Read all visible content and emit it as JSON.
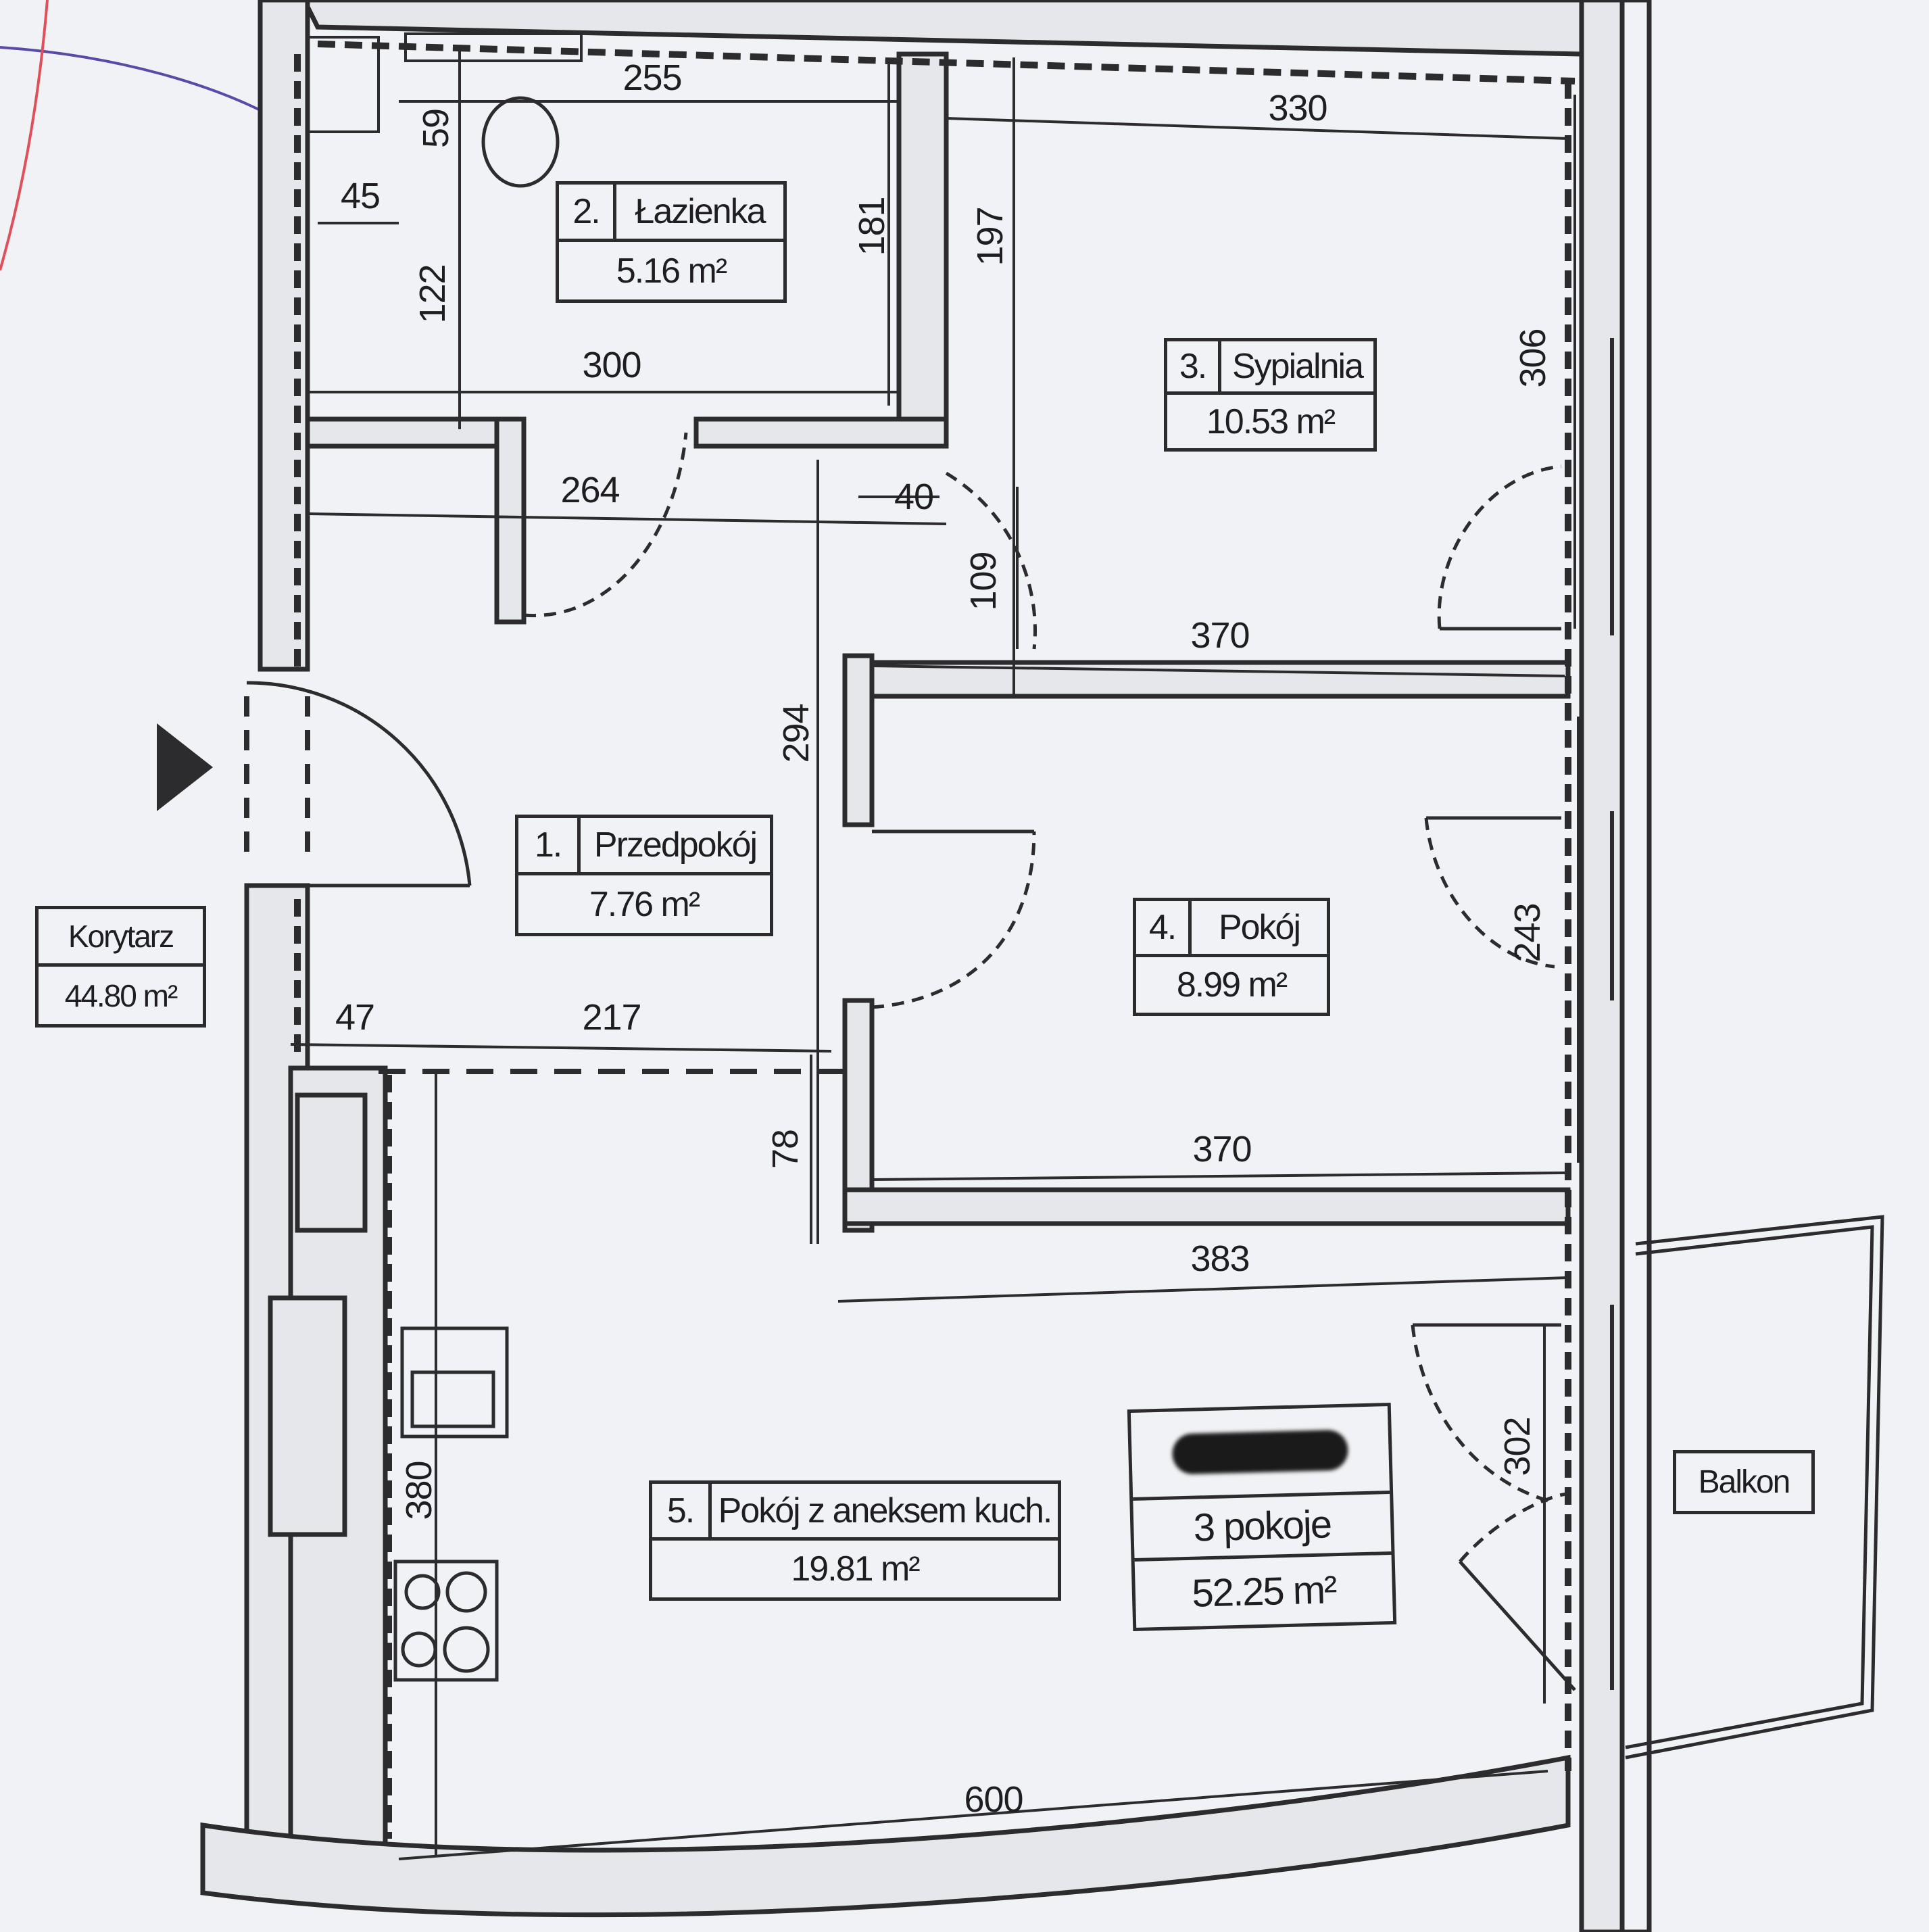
{
  "rooms": [
    {
      "num": "1.",
      "name": "Przedpokój",
      "area": "7.76 m²"
    },
    {
      "num": "2.",
      "name": "Łazienka",
      "area": "5.16 m²"
    },
    {
      "num": "3.",
      "name": "Sypialnia",
      "area": "10.53 m²"
    },
    {
      "num": "4.",
      "name": "Pokój",
      "area": "8.99 m²"
    },
    {
      "num": "5.",
      "name": "Pokój z aneksem kuch.",
      "area": "19.81 m²"
    }
  ],
  "corridor": {
    "name": "Korytarz",
    "area": "44.80 m²"
  },
  "summary": {
    "rooms": "3 pokoje",
    "area": "52.25 m²"
  },
  "balcony": {
    "name": "Balkon"
  },
  "dimensions": {
    "d255": "255",
    "d330": "330",
    "d59": "59",
    "d45": "45",
    "d122": "122",
    "d181": "181",
    "d197": "197",
    "d300": "300",
    "d306": "306",
    "d264": "264",
    "d40": "40",
    "d109": "109",
    "d370a": "370",
    "d294": "294",
    "d243": "243",
    "d47": "47",
    "d217": "217",
    "d78": "78",
    "d370b": "370",
    "d383": "383",
    "d380": "380",
    "d302": "302",
    "d600": "600"
  },
  "colors": {
    "ink": "#2c2c2e",
    "paper": "#f1f2f5",
    "wall_fill": "#e6e7ea",
    "pen": "#5a4aa8",
    "red_pen": "#e0505a"
  }
}
